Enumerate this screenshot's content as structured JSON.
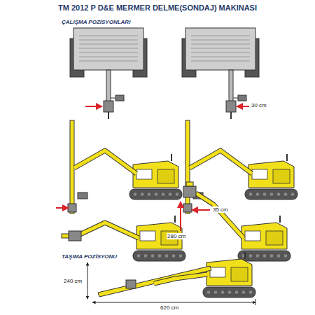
{
  "diagram": {
    "title": "TM 2012 P D&E MERMER DELME(SONDAJ) MAKINASI",
    "labels": [
      "ÇALIŞMA POZİSYONLARI",
      "30 cm",
      "35 cm",
      "280 cm",
      "TAŞIMA POZİSYONU",
      "240 cm",
      "620 cm"
    ]
  }
}
